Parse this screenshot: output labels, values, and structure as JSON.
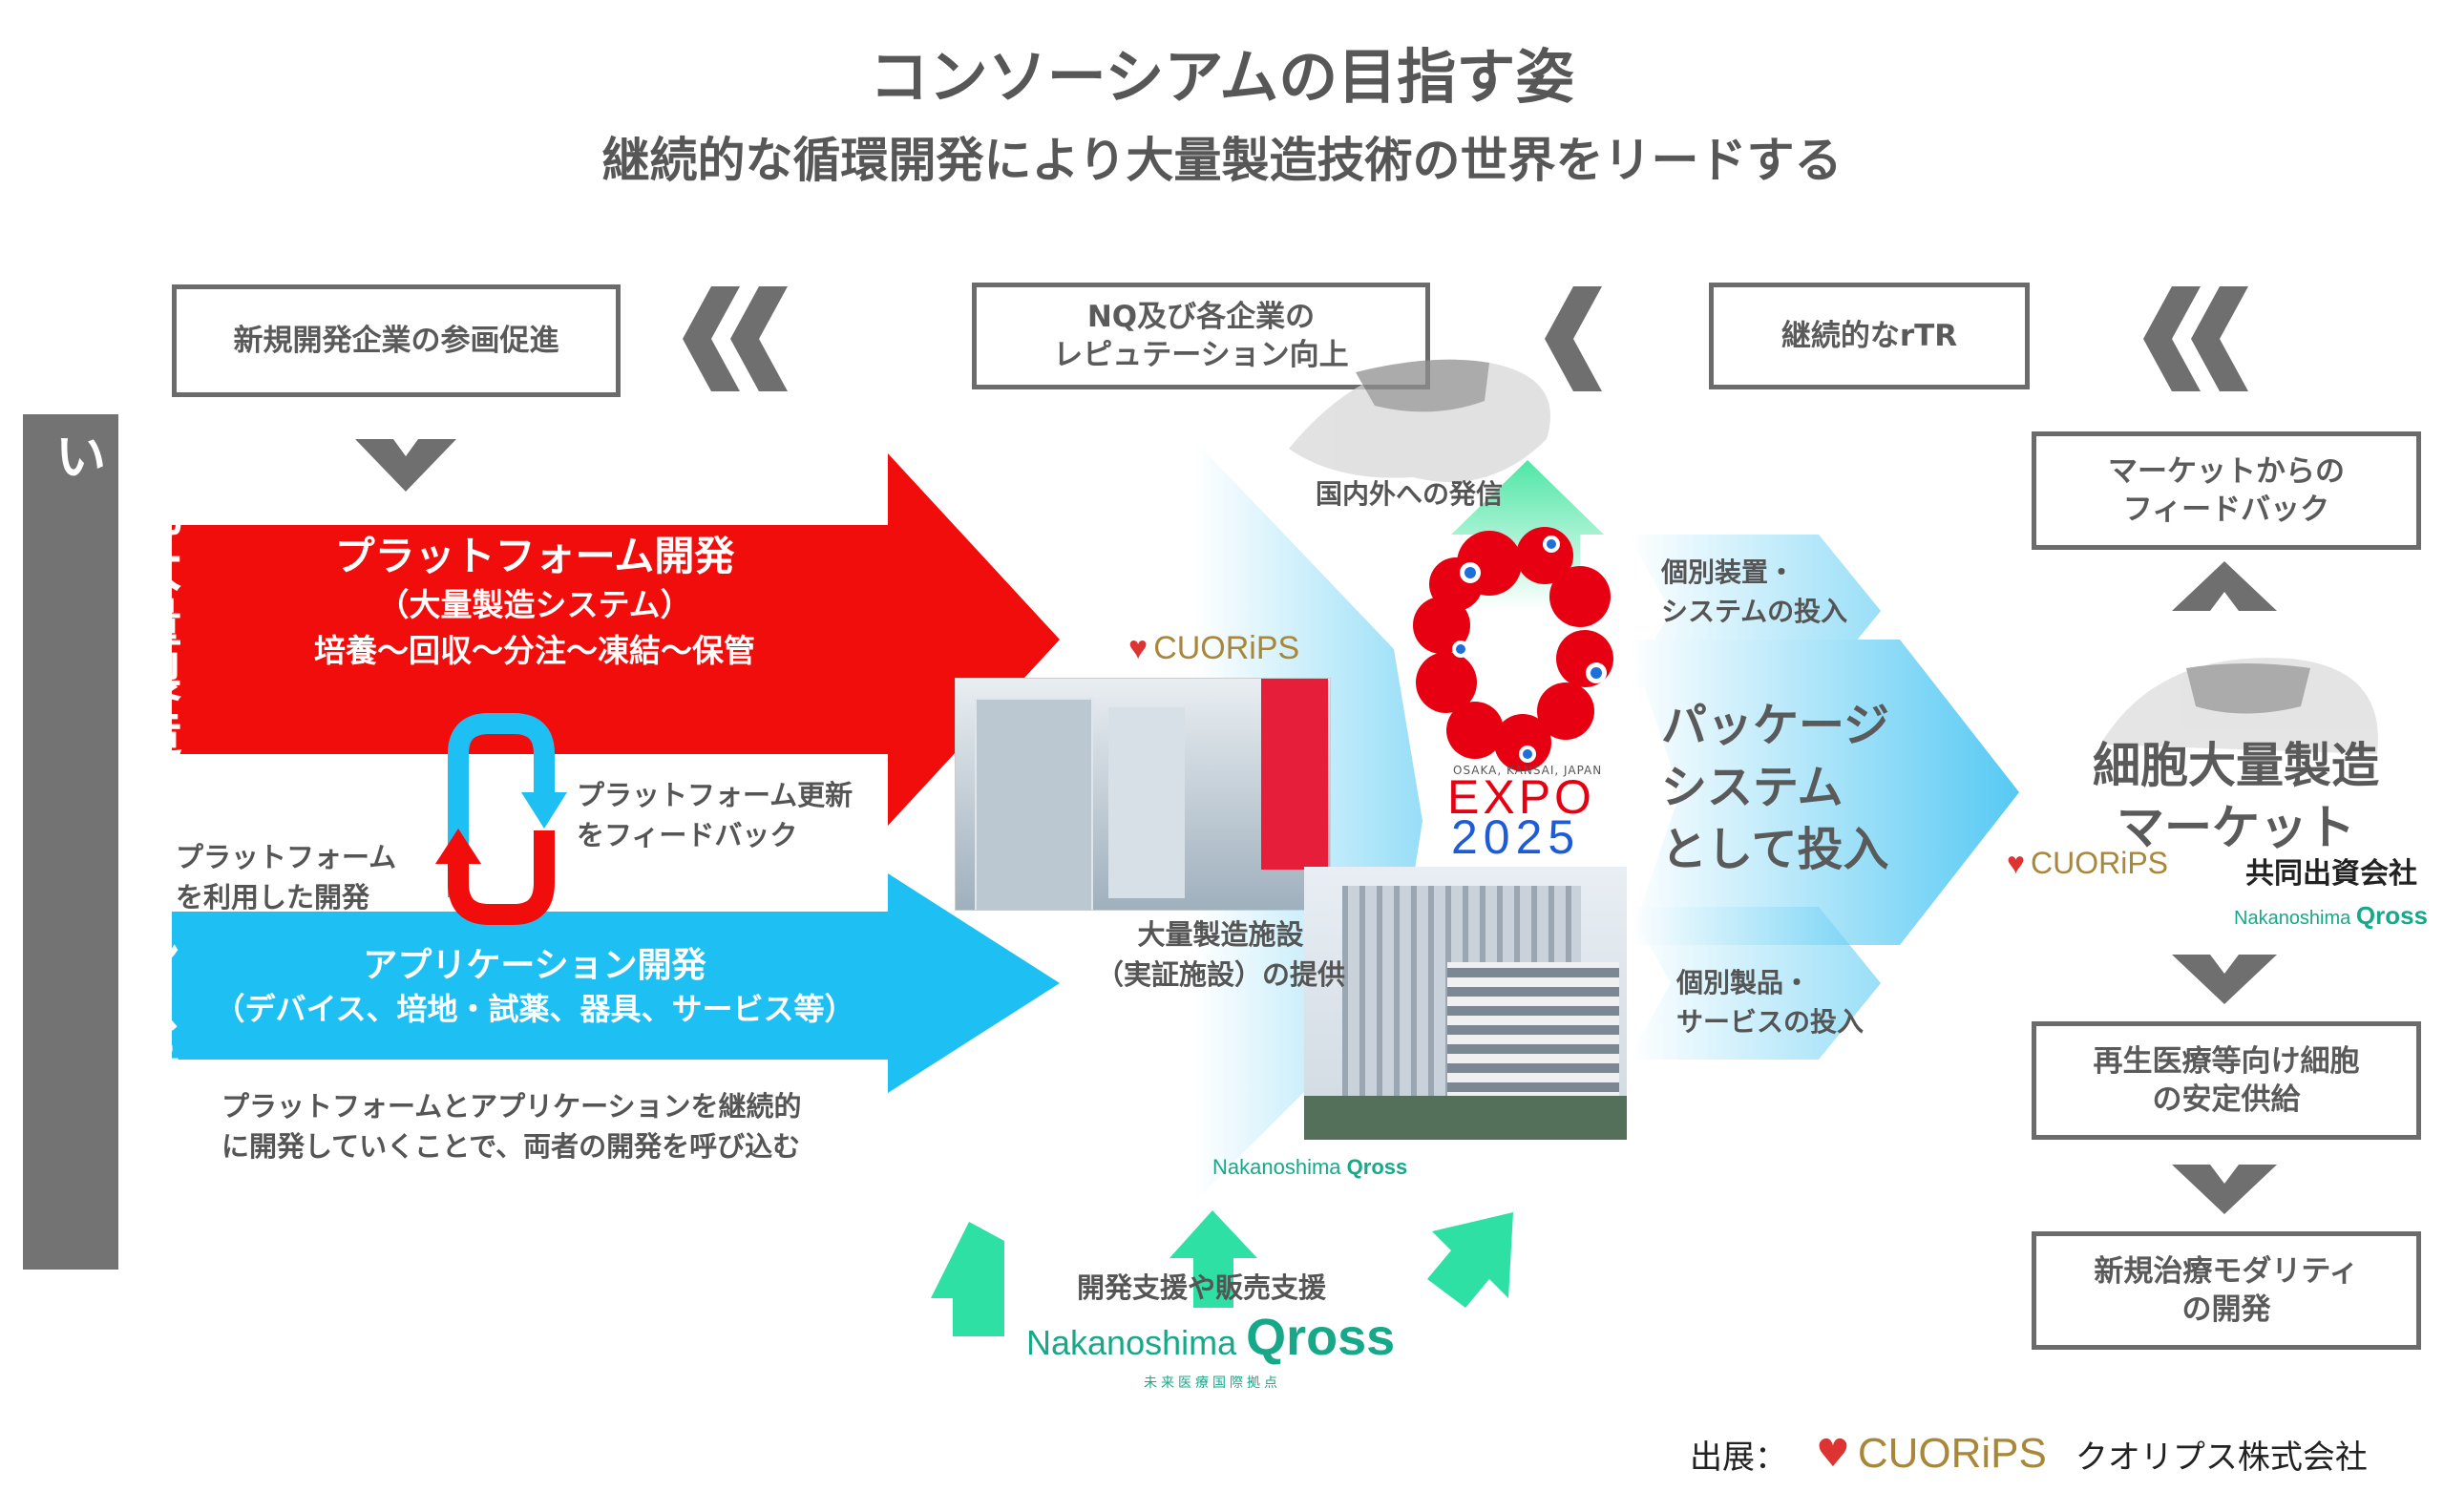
{
  "header": {
    "title": "コンソーシアムの目指す姿",
    "subtitle": "継続的な循環開発により大量製造技術の世界をリードする"
  },
  "top_boxes": {
    "left": "新規開発企業の参画促進",
    "center": "NQ及び各企業の\nレピュテーション向上",
    "right": "継続的なrTR"
  },
  "left_banner": "細胞大量製造装置・システムがない",
  "platform": {
    "title": "プラットフォーム開発",
    "line1": "（大量製造システム）",
    "line2": "培養〜回収〜分注〜凍結〜保管"
  },
  "application": {
    "title": "アプリケーション開発",
    "line1": "（デバイス、培地・試薬、器具、サービス等）"
  },
  "cycle": {
    "feedback": "プラットフォーム更新\nをフィードバック",
    "use": "プラットフォーム\nを利用した開発"
  },
  "bottom_note": "プラットフォームとアプリケーションを継続的\nに開発していくことで、両者の開発を呼び込む",
  "center": {
    "facility": "大量製造施設\n（実証施設）の提供",
    "broadcast": "国内外への発信",
    "support": "開発支援や販売支援"
  },
  "expo": {
    "small": "OSAKA, KANSAI, JAPAN",
    "word": "EXPO",
    "year": "2025"
  },
  "package": {
    "device": "個別装置・\nシステムの投入",
    "main": "パッケージ\nシステム\nとして投入",
    "product": "個別製品・\nサービスの投入"
  },
  "market": {
    "feedback": "マーケットからの\nフィードバック",
    "title": "細胞大量製造\nマーケット",
    "joint": "共同出資会社",
    "supply": "再生医療等向け細胞\nの安定供給",
    "modality": "新規治療モダリティ\nの開発"
  },
  "logos": {
    "cuorips": "CUORiPS",
    "nq_prefix": "Nakanoshima",
    "nq_suffix": "Qross",
    "nq_sub": "未来医療国際拠点"
  },
  "footer": {
    "label": "出展：",
    "company": "クオリプス株式会社"
  },
  "colors": {
    "red": "#f20d0d",
    "blue": "#1ec0f4",
    "green": "#2ee0a4",
    "gray": "#6b6b6b"
  }
}
